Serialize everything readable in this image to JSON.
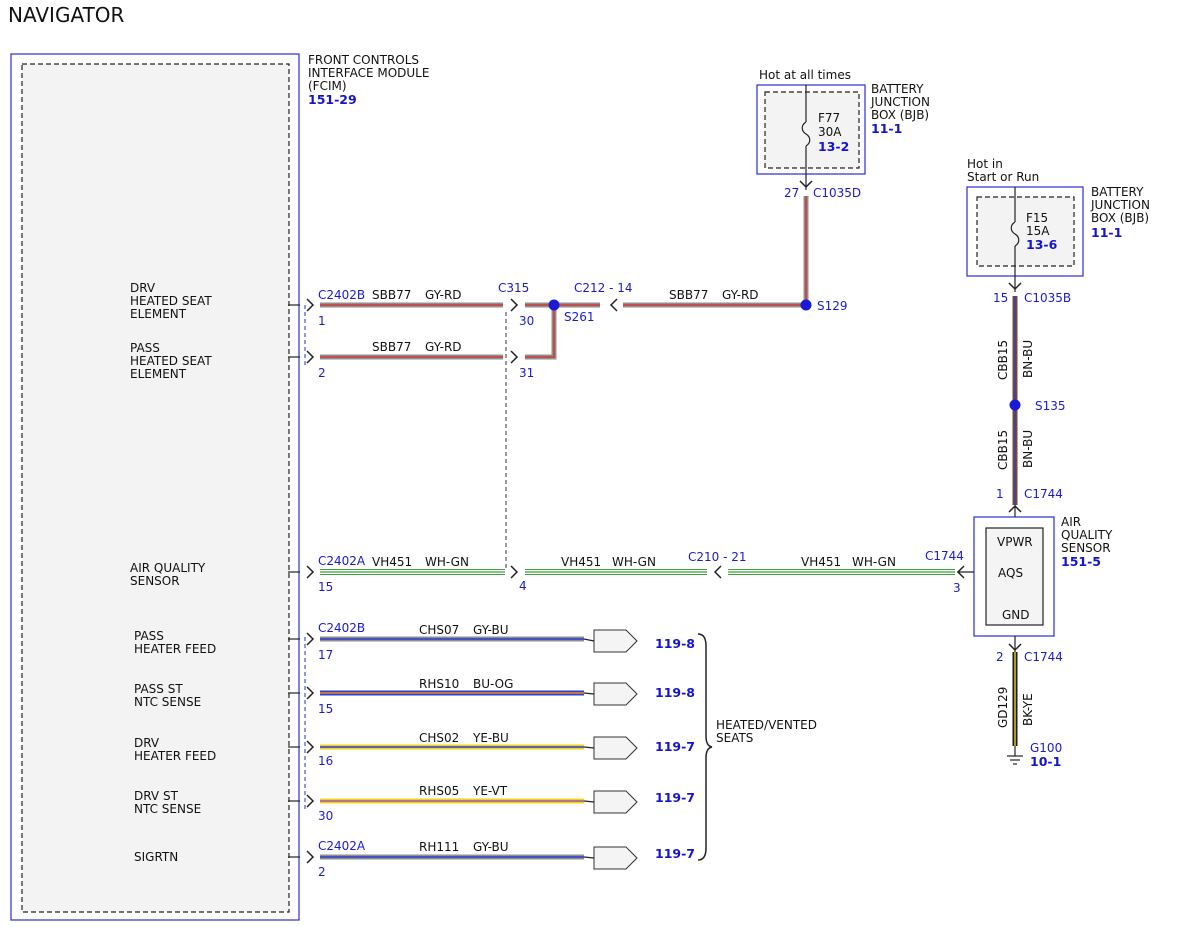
{
  "title": "NAVIGATOR",
  "fcim": {
    "name_lines": [
      "FRONT CONTROLS",
      "INTERFACE MODULE",
      "(FCIM)"
    ],
    "ref": "151-29"
  },
  "pins": {
    "drv_heated_seat": {
      "label_lines": [
        "DRV",
        "HEATED SEAT",
        "ELEMENT"
      ],
      "connector": "C2402B",
      "pin": "1"
    },
    "pass_heated_seat": {
      "label_lines": [
        "PASS",
        "HEATED SEAT",
        "ELEMENT"
      ],
      "pin": "2"
    },
    "air_quality": {
      "label_lines": [
        "AIR QUALITY",
        "SENSOR"
      ],
      "connector": "C2402A",
      "pin": "15"
    },
    "pass_heater_feed": {
      "label_lines": [
        "PASS",
        "HEATER FEED"
      ],
      "connector": "C2402B",
      "pin": "17"
    },
    "pass_st_ntc": {
      "label_lines": [
        "PASS ST",
        "NTC SENSE"
      ],
      "pin": "15"
    },
    "drv_heater_feed": {
      "label_lines": [
        "DRV",
        "HEATER FEED"
      ],
      "pin": "16"
    },
    "drv_st_ntc": {
      "label_lines": [
        "DRV ST",
        "NTC SENSE"
      ],
      "pin": "30"
    },
    "sigrtn": {
      "label_lines": [
        "SIGRTN"
      ],
      "connector": "C2402A",
      "pin": "2"
    }
  },
  "wires": {
    "sbb77_a": {
      "circuit": "SBB77",
      "color": "GY-RD"
    },
    "sbb77_b": {
      "circuit": "SBB77",
      "color": "GY-RD"
    },
    "sbb77_c": {
      "circuit": "SBB77",
      "color": "GY-RD"
    },
    "vh451_a": {
      "circuit": "VH451",
      "color": "WH-GN"
    },
    "vh451_b": {
      "circuit": "VH451",
      "color": "WH-GN"
    },
    "vh451_c": {
      "circuit": "VH451",
      "color": "WH-GN"
    },
    "chs07": {
      "circuit": "CHS07",
      "color": "GY-BU"
    },
    "rhs10": {
      "circuit": "RHS10",
      "color": "BU-OG"
    },
    "chs02": {
      "circuit": "CHS02",
      "color": "YE-BU"
    },
    "rhs05": {
      "circuit": "RHS05",
      "color": "YE-VT"
    },
    "rh111": {
      "circuit": "RH111",
      "color": "GY-BU"
    },
    "cbb15_a": {
      "circuit": "CBB15",
      "color": "BN-BU"
    },
    "cbb15_b": {
      "circuit": "CBB15",
      "color": "BN-BU"
    },
    "gd129": {
      "circuit": "GD129",
      "color": "BK-YE"
    }
  },
  "connectors": {
    "c315": "C315",
    "c315_pin_a": "30",
    "c315_pin_b": "31",
    "c212": "C212 - 14",
    "c210": "C210 - 21",
    "c210_pin": "4",
    "c1035d": "C1035D",
    "c1035d_pin": "27",
    "c1035b": "C1035B",
    "c1035b_pin": "15",
    "c1744_top": "C1744",
    "c1744_top_pin": "1",
    "c1744_left": "C1744",
    "c1744_left_pin": "3",
    "c1744_bottom": "C1744",
    "c1744_bottom_pin": "2"
  },
  "splices": {
    "s261": "S261",
    "s129": "S129",
    "s135": "S135"
  },
  "bjb1": {
    "supply": "Hot at all times",
    "name_lines": [
      "BATTERY",
      "JUNCTION",
      "BOX (BJB)"
    ],
    "ref": "11-1",
    "fuse": "F77",
    "rating": "30A",
    "fuse_ref": "13-2"
  },
  "bjb2": {
    "supply_lines": [
      "Hot in",
      "Start or Run"
    ],
    "name_lines": [
      "BATTERY",
      "JUNCTION",
      "BOX (BJB)"
    ],
    "ref": "11-1",
    "fuse": "F15",
    "rating": "15A",
    "fuse_ref": "13-6"
  },
  "aqs": {
    "name_lines": [
      "AIR",
      "QUALITY",
      "SENSOR"
    ],
    "ref": "151-5",
    "vpwr": "VPWR",
    "code": "AQS",
    "gnd": "GND"
  },
  "ground": {
    "name": "G100",
    "ref": "10-1"
  },
  "page_refs": {
    "chs07": "119-8",
    "rhs10": "119-8",
    "chs02": "119-7",
    "rhs05": "119-7",
    "rh111": "119-7"
  },
  "heated_seats_lines": [
    "HEATED/VENTED",
    "SEATS"
  ],
  "colors": {
    "module_border": "#2b2bd8",
    "ref_text": "#1a1ad6",
    "GY": "#8f8f8f",
    "RD": "#d23a3a",
    "WH": "#ffffff",
    "GN": "#3fa03f",
    "BU": "#2f3fd0",
    "OG": "#f08a20",
    "YE": "#f0d21e",
    "VT": "#9040c0",
    "BN": "#7a4a2a",
    "BK": "#1a1a1a"
  }
}
